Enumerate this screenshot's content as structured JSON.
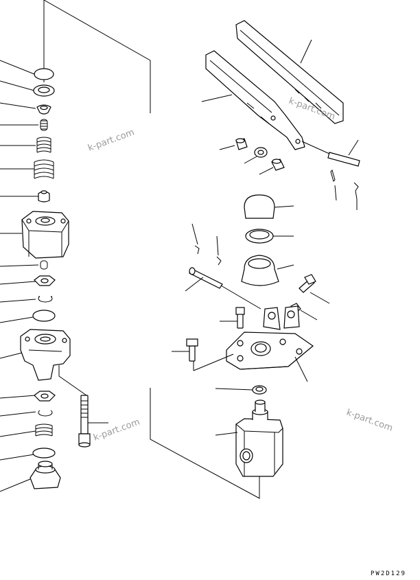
{
  "watermarks": [
    "k-part.com",
    "k-part.com",
    "k-part.com"
  ],
  "drawing_code": "PW2D129"
}
